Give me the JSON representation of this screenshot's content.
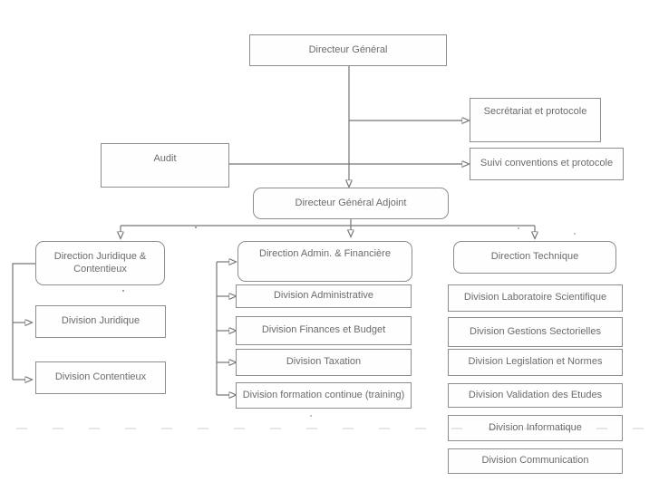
{
  "nodes": {
    "directeur_general": {
      "label": "Directeur Général"
    },
    "secretariat": {
      "label": "Secrétariat et protocole"
    },
    "audit": {
      "label": "Audit"
    },
    "suivi": {
      "label": "Suivi conventions et protocole"
    },
    "dga": {
      "label": "Directeur Général Adjoint"
    },
    "dir_juridique": {
      "label": "Direction Juridique & Contentieux"
    },
    "dir_admin": {
      "label": "Direction Admin. & Financière"
    },
    "dir_technique": {
      "label": "Direction Technique"
    },
    "div_juridique": {
      "label": "Division Juridique"
    },
    "div_contentieux": {
      "label": "Division Contentieux"
    },
    "div_administrative": {
      "label": "Division Administrative"
    },
    "div_finances": {
      "label": "Division Finances et Budget"
    },
    "div_taxation": {
      "label": "Division Taxation"
    },
    "div_formation": {
      "label": "Division formation continue (training)"
    },
    "div_laboratoire": {
      "label": "Division Laboratoire Scientifique"
    },
    "div_gestions": {
      "label": "Division Gestions Sectorielles"
    },
    "div_legislation": {
      "label": "Division Legislation et Normes"
    },
    "div_validation": {
      "label": "Division Validation des Etudes"
    },
    "div_informatique": {
      "label": "Division Informatique"
    },
    "div_communication": {
      "label": "Division Communication"
    }
  },
  "edges": [
    {
      "from": "directeur_general",
      "to": "dga"
    },
    {
      "from": "directeur_general",
      "to": "secretariat"
    },
    {
      "from": "audit",
      "to": "suivi"
    },
    {
      "from": "dga",
      "to": "dir_juridique"
    },
    {
      "from": "dga",
      "to": "dir_admin"
    },
    {
      "from": "dga",
      "to": "dir_technique"
    },
    {
      "from": "dir_juridique",
      "to": "div_juridique"
    },
    {
      "from": "dir_juridique",
      "to": "div_contentieux"
    },
    {
      "from": "dir_admin",
      "to": "div_administrative"
    },
    {
      "from": "dir_admin",
      "to": "div_finances"
    },
    {
      "from": "dir_admin",
      "to": "div_taxation"
    },
    {
      "from": "dir_admin",
      "to": "div_formation"
    }
  ],
  "colors": {
    "line": "#767676",
    "arrowhead": "#404040",
    "box_border": "#8d8d8d",
    "text": "#6b6b6b",
    "background": "#ffffff"
  }
}
